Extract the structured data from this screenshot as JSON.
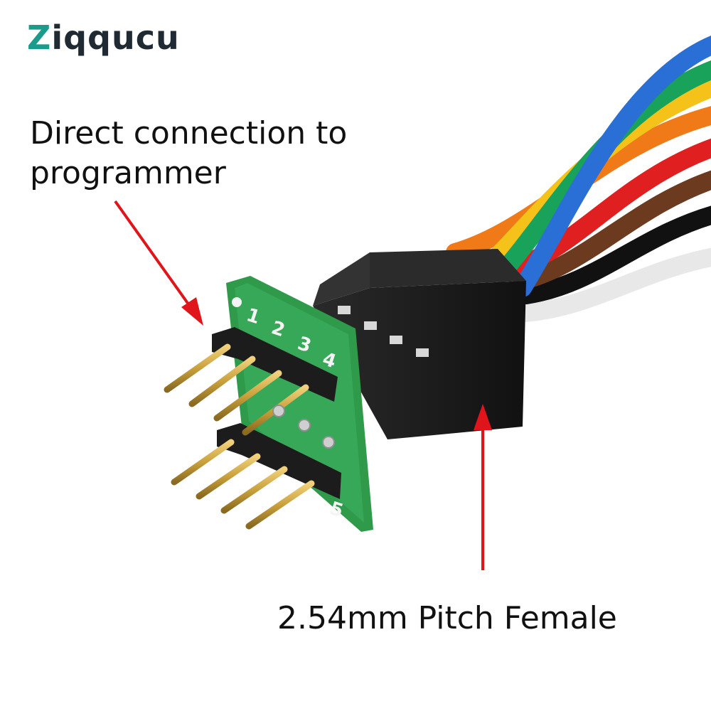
{
  "brand": {
    "first_letter": "Z",
    "rest": "iqqucu"
  },
  "labels": {
    "direct_connection": "Direct connection to programmer",
    "pitch_female": "2.54mm Pitch Female"
  },
  "pcb": {
    "pin_labels": [
      "1",
      "2",
      "3",
      "4",
      "5"
    ]
  },
  "colors": {
    "brand_accent": "#1a9b8c",
    "arrow": "#e0151b",
    "pcb_green": "#2e9a4a",
    "housing": "#1b1b1b",
    "pin_gold": "#c9a13c",
    "wires": [
      "#ffffff",
      "#111111",
      "#6b3a1f",
      "#e02020",
      "#f07a18",
      "#f5c21a",
      "#18a25a",
      "#2a6fd6"
    ]
  }
}
